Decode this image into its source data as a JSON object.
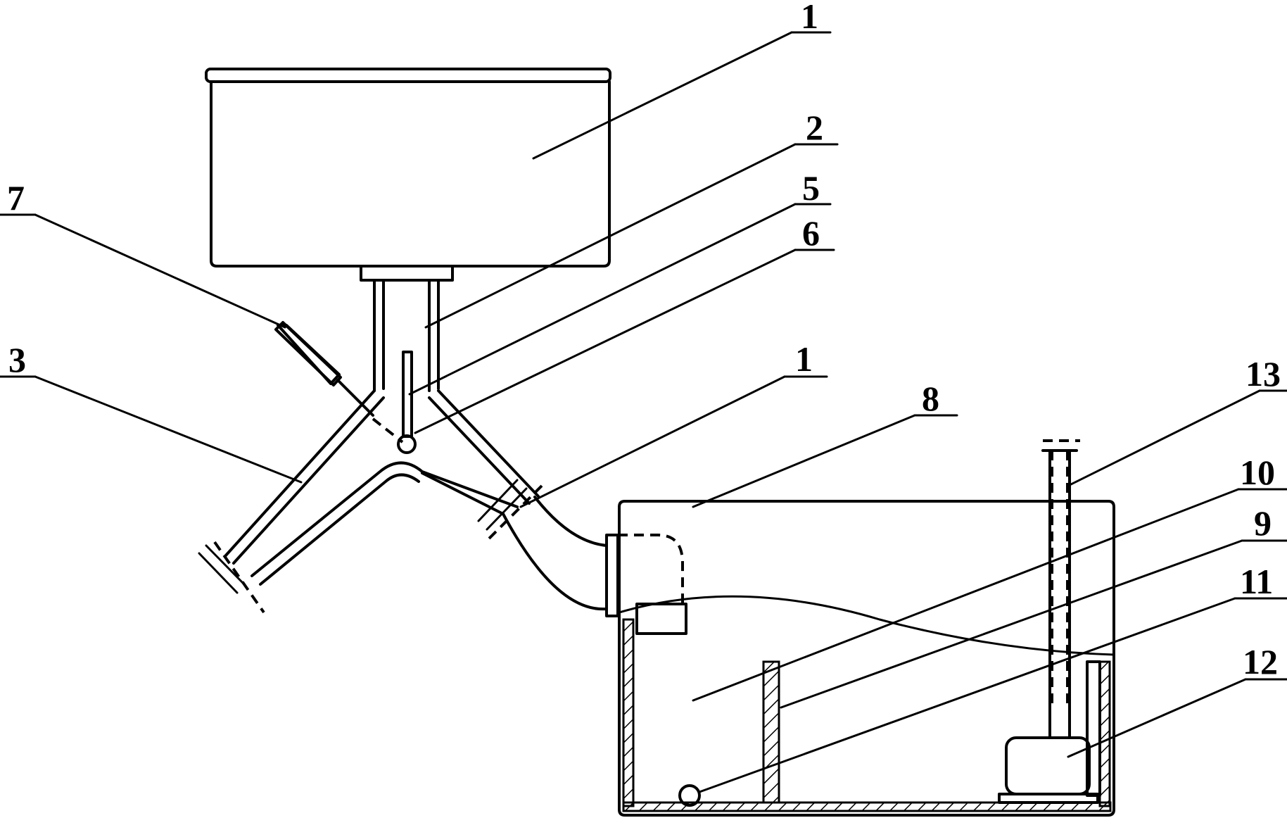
{
  "labels": {
    "l1_top": "1",
    "l2": "2",
    "l5": "5",
    "l6": "6",
    "l7": "7",
    "l3": "3",
    "l1_mid": "1",
    "l8": "8",
    "l13": "13",
    "l10": "10",
    "l9": "9",
    "l11": "11",
    "l12": "12"
  }
}
